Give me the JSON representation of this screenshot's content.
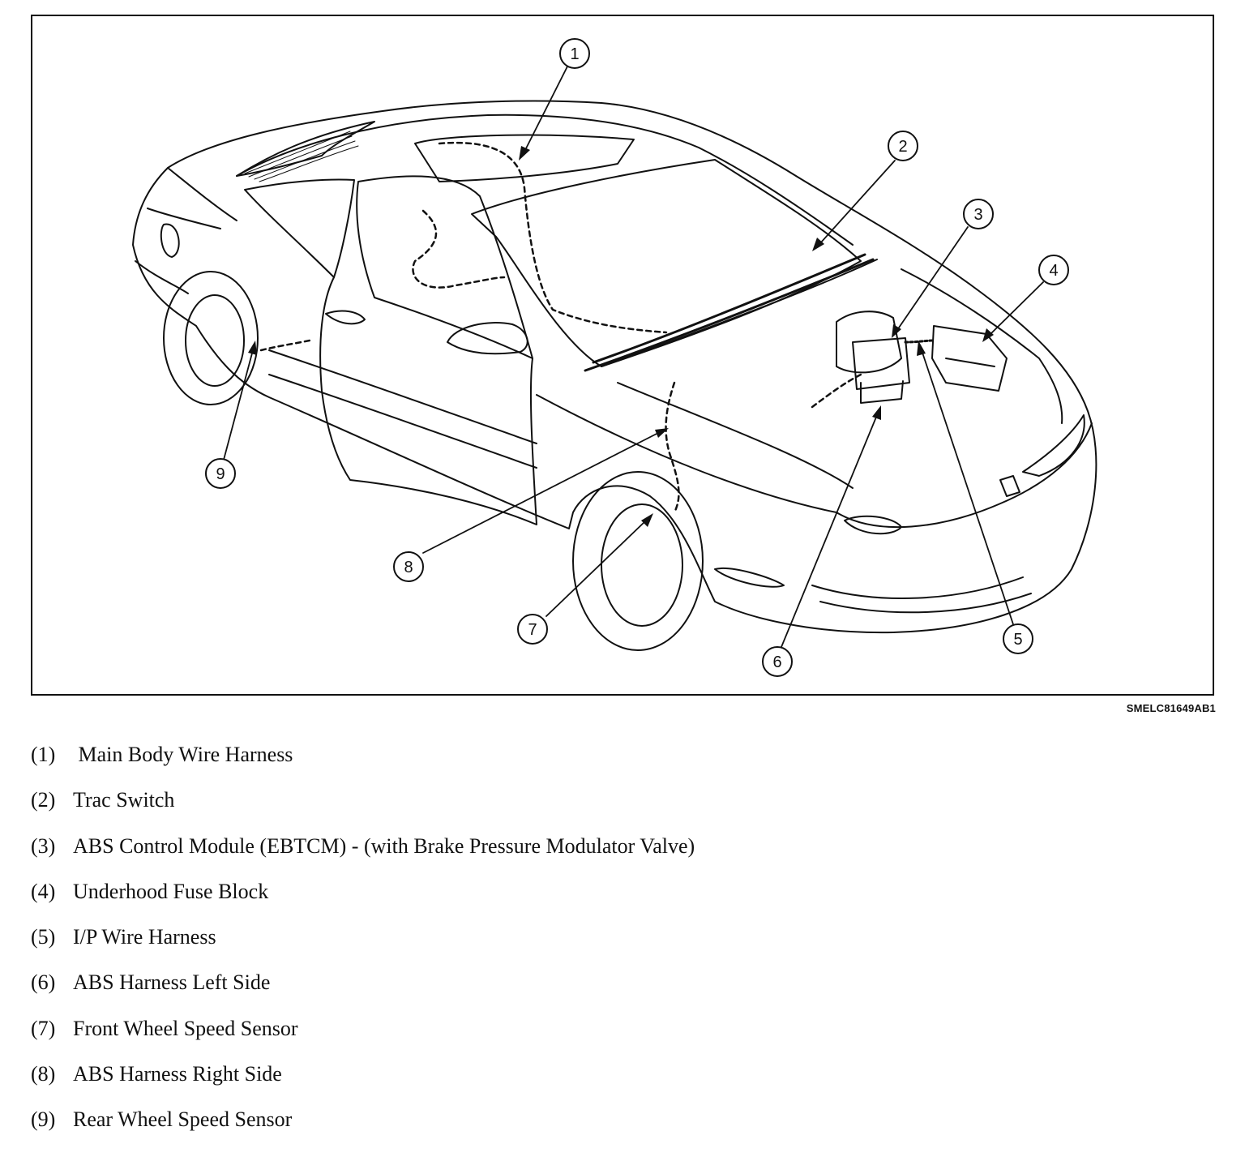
{
  "figure": {
    "code": "SMELC81649AB1",
    "callouts": [
      "1",
      "2",
      "3",
      "4",
      "5",
      "6",
      "7",
      "8",
      "9"
    ]
  },
  "legend": {
    "items": [
      {
        "number": "(1)",
        "label": " Main Body Wire Harness"
      },
      {
        "number": "(2)",
        "label": "Trac Switch"
      },
      {
        "number": "(3)",
        "label": "ABS Control Module (EBTCM) - (with Brake Pressure Modulator Valve)"
      },
      {
        "number": "(4)",
        "label": "Underhood Fuse Block"
      },
      {
        "number": "(5)",
        "label": "I/P Wire Harness"
      },
      {
        "number": "(6)",
        "label": "ABS Harness Left Side"
      },
      {
        "number": "(7)",
        "label": "Front Wheel Speed Sensor"
      },
      {
        "number": "(8)",
        "label": "ABS Harness Right Side"
      },
      {
        "number": "(9)",
        "label": "Rear Wheel Speed Sensor"
      }
    ]
  }
}
